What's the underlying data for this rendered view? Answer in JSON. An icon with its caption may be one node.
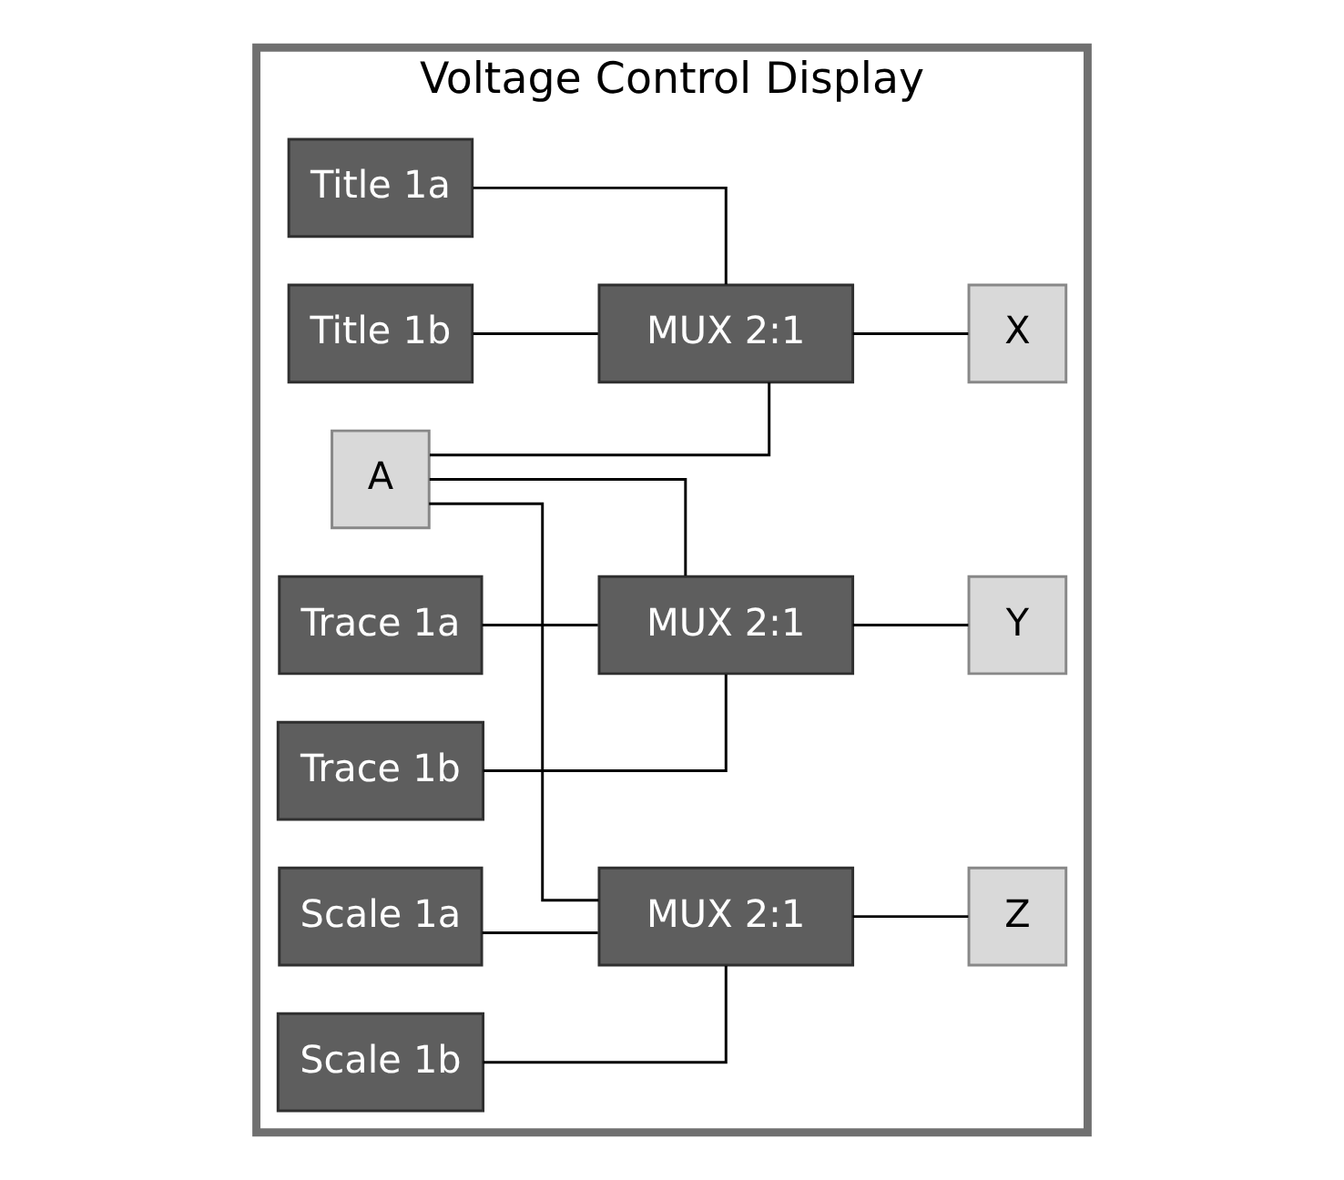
{
  "diagram": {
    "nodes": [
      {
        "text": [
          "Voltage Control Display"
        ]
      },
      {
        "text": [
          "A"
        ],
        "in": 0
      },
      {
        "text": [
          "MUX 2:1"
        ],
        "in": 0
      },
      {
        "text": [
          "Title 1a"
        ],
        "in": 0
      },
      {
        "text": [
          "Title 1b"
        ],
        "in": 0
      },
      {
        "text": [
          "X"
        ],
        "in": 0
      },
      {
        "text": [
          "MUX 2:1"
        ],
        "in": 0
      },
      {
        "text": [
          "Trace 1a"
        ],
        "in": 0
      },
      {
        "text": [
          "Trace 1b"
        ],
        "in": 0
      },
      {
        "text": [
          "Y"
        ],
        "in": 0
      },
      {
        "text": [
          "MUX 2:1"
        ],
        "in": 0
      },
      {
        "text": [
          "Scale 1a"
        ],
        "in": 0
      },
      {
        "text": [
          "Scale 1b"
        ],
        "in": 0
      },
      {
        "text": [
          "Z"
        ],
        "in": 0
      }
    ],
    "edges": [
      {
        "from": 1,
        "to": 2,
        "arrow": "none"
      },
      {
        "from": 3,
        "to": 2,
        "arrow": "none"
      },
      {
        "from": 4,
        "to": 2,
        "arrow": "none"
      },
      {
        "from": 2,
        "to": 5,
        "arrow": "none"
      },
      {
        "from": 1,
        "to": 6,
        "arrow": "none"
      },
      {
        "from": 7,
        "to": 6,
        "arrow": "none"
      },
      {
        "from": 8,
        "to": 6,
        "arrow": "none"
      },
      {
        "from": 6,
        "to": 9,
        "arrow": "none"
      },
      {
        "from": 1,
        "to": 10,
        "arrow": "none"
      },
      {
        "from": 11,
        "to": 10,
        "arrow": "none"
      },
      {
        "from": 12,
        "to": 10,
        "arrow": "none"
      },
      {
        "from": 10,
        "to": 13,
        "arrow": "none"
      }
    ]
  }
}
